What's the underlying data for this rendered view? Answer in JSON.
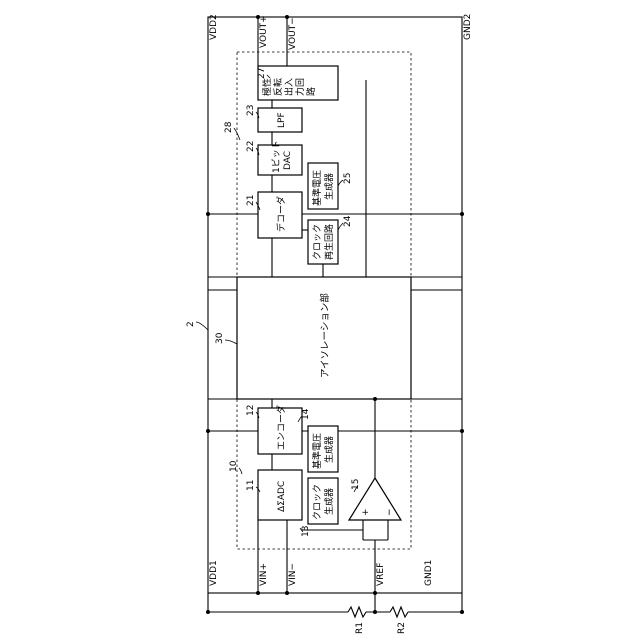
{
  "labels": {
    "vdd2": "VDD2",
    "vout_p": "VOUT+",
    "vout_n": "VOUT−",
    "gnd2": "GND2",
    "vdd1": "VDD1",
    "vin_p": "VIN+",
    "vin_n": "VIN−",
    "vref": "VREF",
    "gnd1": "GND1",
    "r1": "R1",
    "r2": "R2"
  },
  "blocks": {
    "noise_circuit": {
      "line1": "極性",
      "line2": "反転",
      "line3": "出入",
      "line4": "力回",
      "line5": "路"
    },
    "lpf": "LPF",
    "dac": {
      "line1": "1ビット",
      "line2": "DAC"
    },
    "ref_voltage_out": {
      "line1": "基準電圧",
      "line2": "生成器"
    },
    "decoder": "デコーダ",
    "clock_recovery": {
      "line1": "クロック",
      "line2": "再生回路"
    },
    "isolation": "アイソレーション部",
    "encoder": "エンコーダ",
    "ref_voltage_in": {
      "line1": "基準電圧",
      "line2": "生成器"
    },
    "adc": "ΔΣADC",
    "clock_gen": {
      "line1": "クロック",
      "line2": "生成器"
    },
    "amp_plus": "+",
    "amp_minus": "−"
  },
  "refs": {
    "r2": "2",
    "r10": "10",
    "r11": "11",
    "r12": "12",
    "r13": "13",
    "r14": "14",
    "r15": "15",
    "r21": "21",
    "r22": "22",
    "r23": "23",
    "r24": "24",
    "r25": "25",
    "r27": "27",
    "r28": "28",
    "r30": "30"
  }
}
